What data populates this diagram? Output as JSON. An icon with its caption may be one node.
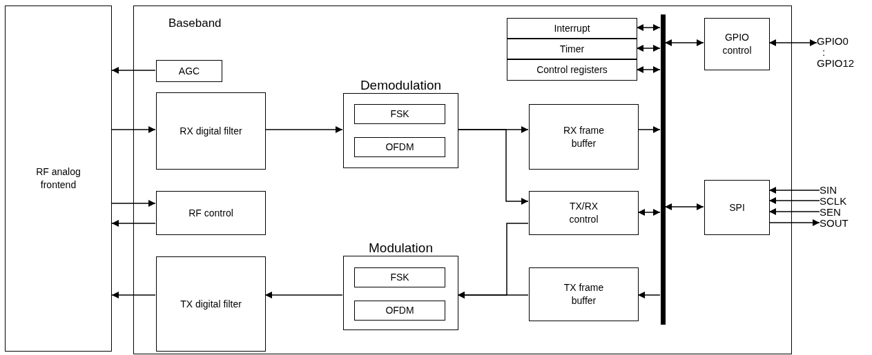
{
  "diagram": {
    "nodes": [
      {
        "text": [
          "RF analog frontend"
        ]
      },
      {
        "text": [
          "Baseband"
        ]
      },
      {
        "text": [
          "AGC"
        ],
        "in": 1
      },
      {
        "text": [
          "RX digital filter"
        ],
        "in": 1
      },
      {
        "text": [
          "RF control"
        ],
        "in": 1
      },
      {
        "text": [
          "TX digital filter"
        ],
        "in": 1
      },
      {
        "text": [
          "Demodulation"
        ],
        "in": 1
      },
      {
        "text": [
          "FSK"
        ],
        "in": 6
      },
      {
        "text": [
          "OFDM"
        ],
        "in": 6
      },
      {
        "text": [
          "Modulation"
        ],
        "in": 1
      },
      {
        "text": [
          "FSK"
        ],
        "in": 9
      },
      {
        "text": [
          "OFDM"
        ],
        "in": 9
      },
      {
        "text": [
          "RX frame buffer"
        ],
        "in": 1
      },
      {
        "text": [
          "TX/RX control"
        ],
        "in": 1
      },
      {
        "text": [
          "TX frame buffer"
        ],
        "in": 1
      },
      {
        "text": [
          "Interrupt"
        ],
        "in": 1
      },
      {
        "text": [
          "Timer"
        ],
        "in": 1
      },
      {
        "text": [
          "Control registers"
        ],
        "in": 1
      },
      {
        "text": [],
        "shape": "bar",
        "in": 1
      },
      {
        "text": [
          "GPIO control"
        ],
        "in": 1
      },
      {
        "text": [
          "SPI"
        ],
        "in": 1
      },
      {
        "text": [
          "GPIO0",
          ":",
          "GPIO12"
        ]
      },
      {
        "text": [
          "SIN"
        ]
      },
      {
        "text": [
          "SCLK"
        ]
      },
      {
        "text": [
          "SEN"
        ]
      },
      {
        "text": [
          "SOUT"
        ]
      }
    ],
    "edges": [
      {
        "from": 2,
        "to": 0,
        "arrow": "to"
      },
      {
        "from": 0,
        "to": 3,
        "arrow": "to"
      },
      {
        "from": 0,
        "to": 4,
        "arrow": "to"
      },
      {
        "from": 4,
        "to": 0,
        "arrow": "to"
      },
      {
        "from": 5,
        "to": 0,
        "arrow": "to"
      },
      {
        "from": 3,
        "to": 6,
        "arrow": "to"
      },
      {
        "from": 6,
        "to": 12,
        "arrow": "to"
      },
      {
        "from": 6,
        "to": 13,
        "arrow": "to"
      },
      {
        "from": 12,
        "to": 18,
        "arrow": "to"
      },
      {
        "from": 13,
        "to": 18,
        "arrow": "both"
      },
      {
        "from": 18,
        "to": 14,
        "arrow": "to"
      },
      {
        "from": 14,
        "to": 9,
        "arrow": "to"
      },
      {
        "from": 13,
        "to": 9,
        "arrow": "to"
      },
      {
        "from": 9,
        "to": 5,
        "arrow": "to"
      },
      {
        "from": 15,
        "to": 18,
        "arrow": "both"
      },
      {
        "from": 16,
        "to": 18,
        "arrow": "both"
      },
      {
        "from": 17,
        "to": 18,
        "arrow": "both"
      },
      {
        "from": 18,
        "to": 19,
        "arrow": "both"
      },
      {
        "from": 18,
        "to": 20,
        "arrow": "both"
      },
      {
        "from": 19,
        "to": 21,
        "arrow": "both"
      },
      {
        "from": 22,
        "to": 20,
        "arrow": "to"
      },
      {
        "from": 23,
        "to": 20,
        "arrow": "to"
      },
      {
        "from": 24,
        "to": 20,
        "arrow": "to"
      },
      {
        "from": 20,
        "to": 25,
        "arrow": "to"
      }
    ]
  }
}
